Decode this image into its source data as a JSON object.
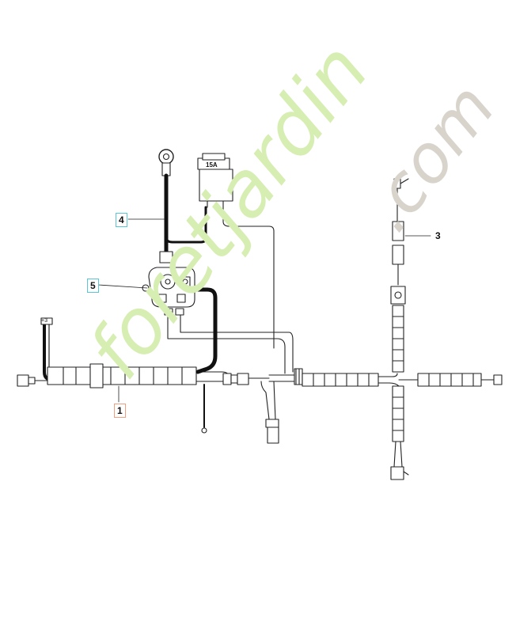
{
  "callouts": {
    "c1": "1",
    "c3": "3",
    "c4": "4",
    "c5": "5"
  },
  "fuse": {
    "rating": "15A"
  },
  "wire_tag": "+3",
  "watermark": {
    "part1": "foret",
    "part2": "jardin",
    "part3": ".com"
  },
  "colors": {
    "line": "#222222",
    "heavy_cable": "#111111",
    "callout_cyan": "#58c8d8",
    "callout_orange": "#f0a080",
    "watermark_green": "#d6eeb2",
    "watermark_orange": "#f5d9b2",
    "watermark_gray": "#d8d4cc"
  }
}
